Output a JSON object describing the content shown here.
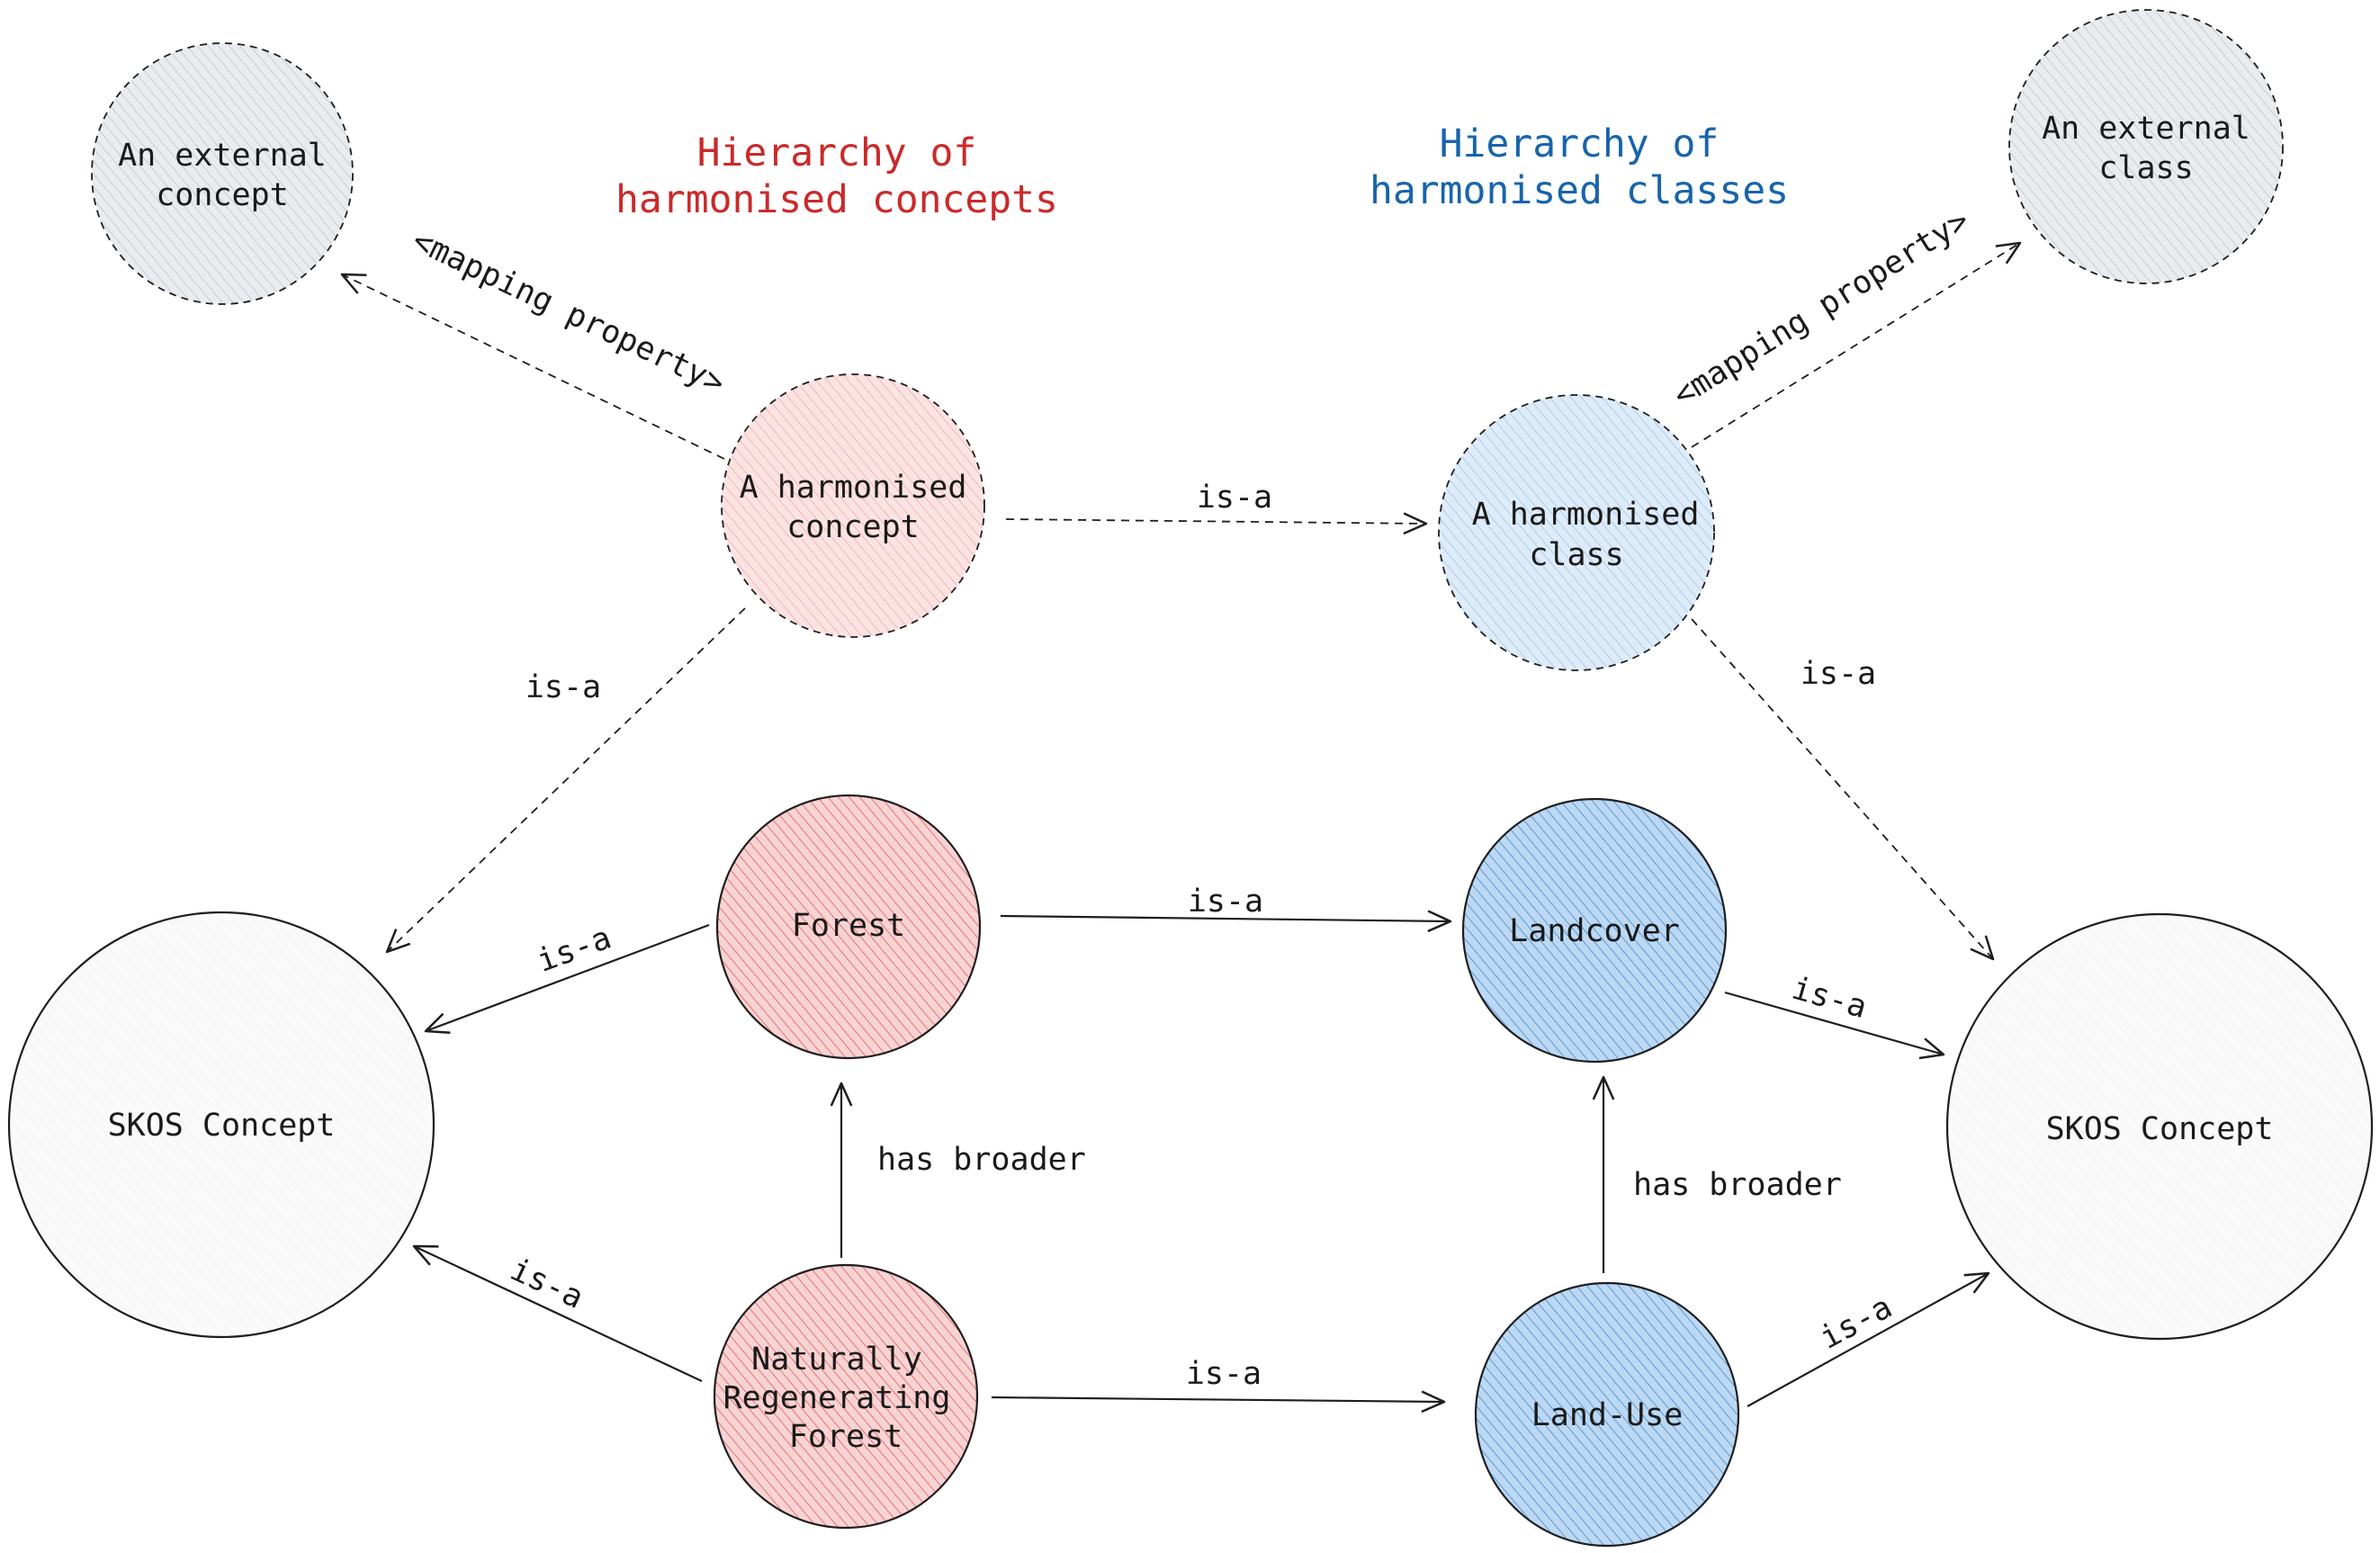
{
  "titles": {
    "concepts": {
      "line1": "Hierarchy of",
      "line2": "harmonised concepts",
      "color": "#c92a2a"
    },
    "classes": {
      "line1": "Hierarchy of",
      "line2": "harmonised classes",
      "color": "#1864ab"
    }
  },
  "colors": {
    "red_fill": "#f8d3d3",
    "red_hatch": "#e03131",
    "blue_fill": "#d0e4f7",
    "blue_hatch": "#1971c2",
    "gray_fill": "#e9ecef",
    "gray_hatch": "#868e96"
  },
  "nodes": {
    "ext_concept": {
      "lines": [
        "An external",
        "concept"
      ]
    },
    "ext_class": {
      "lines": [
        "An external",
        "class"
      ]
    },
    "harm_concept": {
      "lines": [
        "A harmonised",
        "concept"
      ]
    },
    "harm_class": {
      "lines": [
        "A harmonised",
        "class"
      ]
    },
    "skos_left": {
      "lines": [
        "SKOS Concept"
      ]
    },
    "skos_right": {
      "lines": [
        "SKOS Concept"
      ]
    },
    "forest": {
      "lines": [
        "Forest"
      ]
    },
    "landcover": {
      "lines": [
        "Landcover"
      ]
    },
    "nrf": {
      "lines": [
        "Naturally",
        "Regenerating",
        "Forest"
      ]
    },
    "landuse": {
      "lines": [
        "Land-Use"
      ]
    }
  },
  "edges": {
    "map_concept": "<mapping property>",
    "map_class": "<mapping property>",
    "harm_isa": "is-a",
    "harmconcept_skos": "is-a",
    "harmclass_skos": "is-a",
    "forest_skos": "is-a",
    "forest_landcover": "is-a",
    "landcover_skos": "is-a",
    "forest_broader": "has broader",
    "landcover_broader": "has broader",
    "nrf_skos": "is-a",
    "nrf_landuse": "is-a",
    "landuse_skos": "is-a"
  }
}
